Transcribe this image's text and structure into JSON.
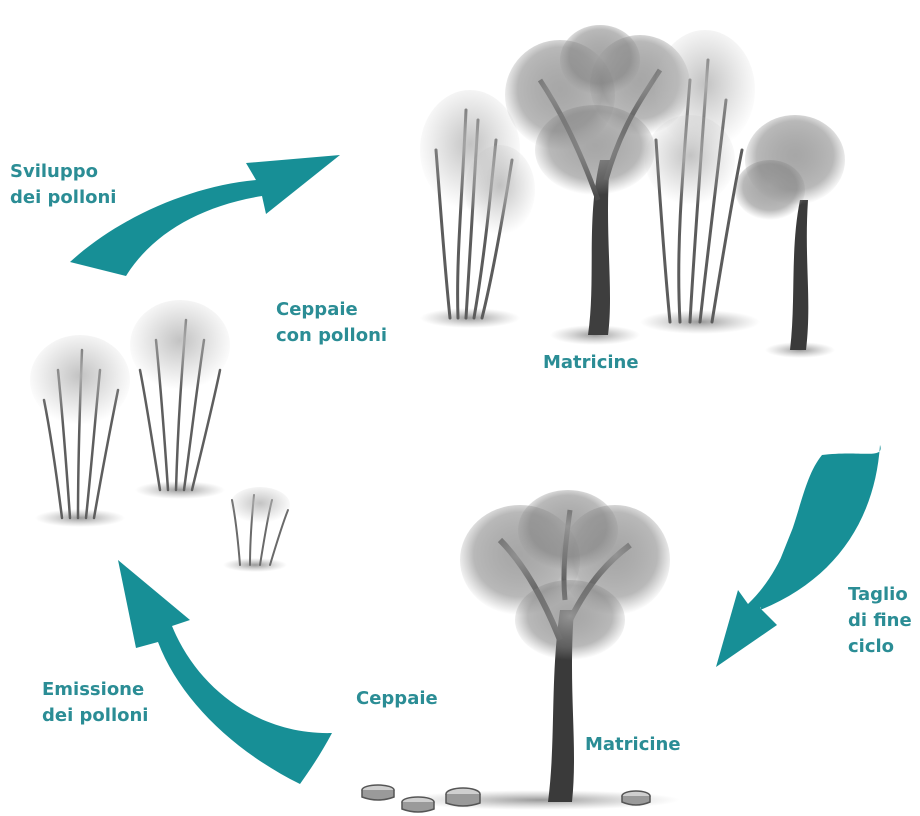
{
  "colors": {
    "arrow": "#178f96",
    "label": "#2b8d95",
    "tree_ink": "#4a4a4a",
    "foliage": "#8a8a8a",
    "ground": "#6e6e6e"
  },
  "labels": {
    "sviluppo": "Sviluppo\ndei polloni",
    "ceppaie_con_polloni": "Ceppaie\ncon polloni",
    "matricine_top": "Matricine",
    "taglio": "Taglio\ndi fine\nciclo",
    "emissione": "Emissione\ndei polloni",
    "ceppaie": "Ceppaie",
    "matricine_bottom": "Matricine"
  },
  "icons": {
    "arrow_top_left": "curved-arrow-icon",
    "arrow_right": "curved-arrow-icon",
    "arrow_bottom_left": "curved-arrow-icon"
  }
}
